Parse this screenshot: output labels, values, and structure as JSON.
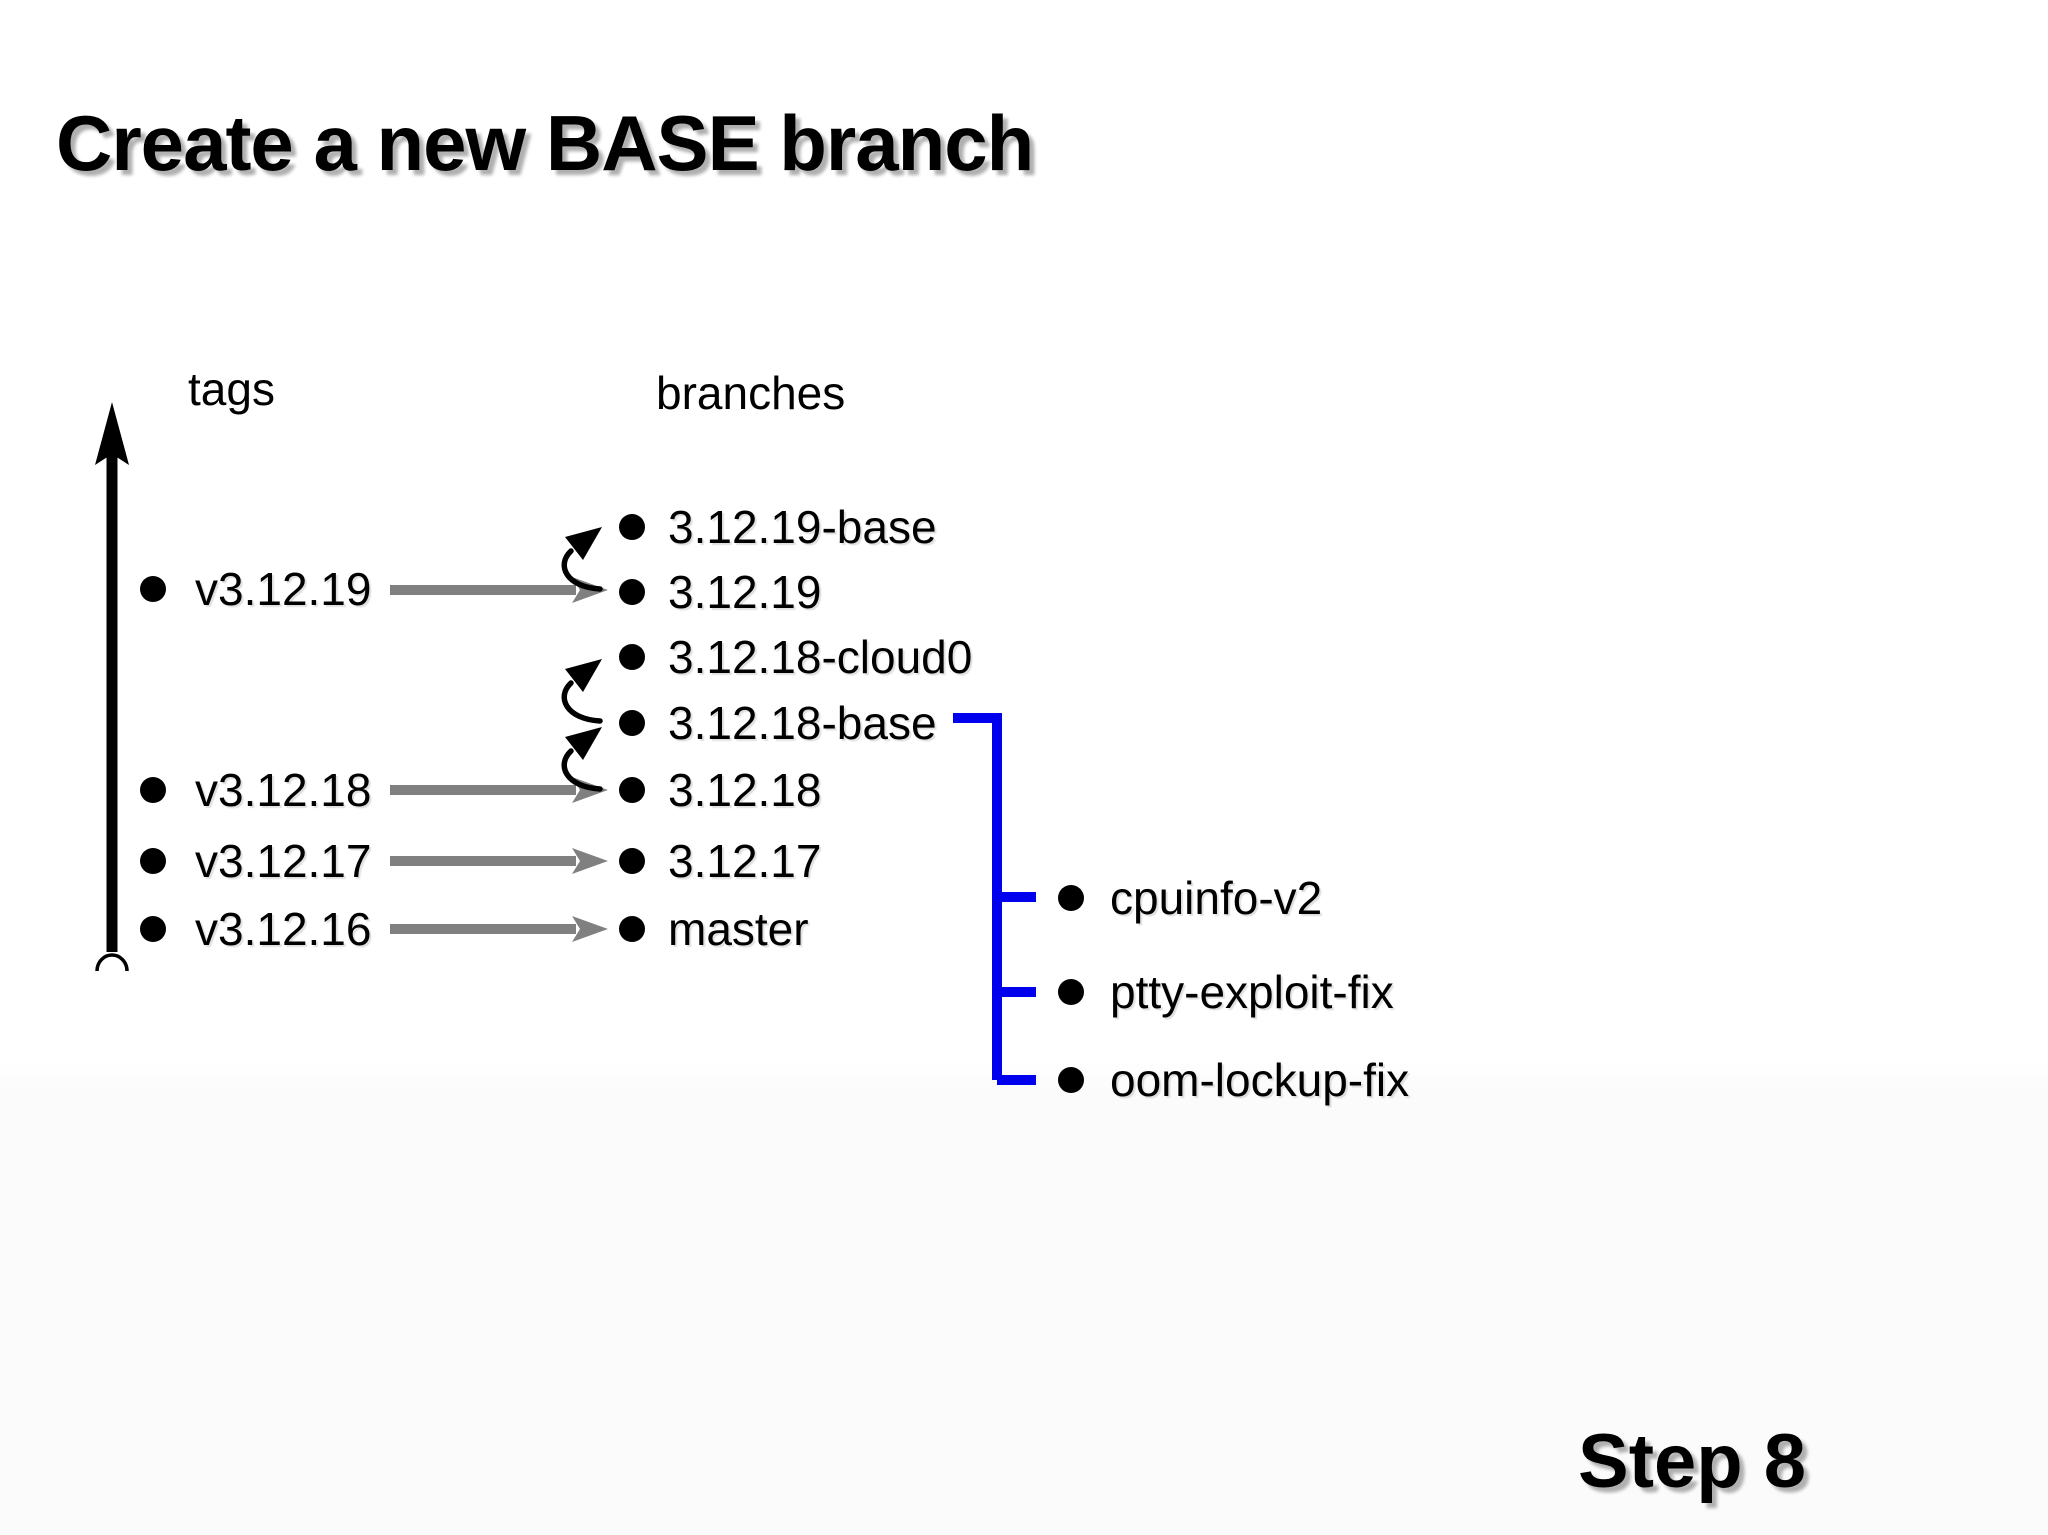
{
  "title": "Create a new BASE branch",
  "step_label": "Step 8",
  "columns": {
    "tags_label": "tags",
    "branches_label": "branches"
  },
  "tags": [
    "v3.12.19",
    "v3.12.18",
    "v3.12.17",
    "v3.12.16"
  ],
  "branches": [
    "3.12.19-base",
    "3.12.19",
    "3.12.18-cloud0",
    "3.12.18-base",
    "3.12.18",
    "3.12.17",
    "master"
  ],
  "fix_branches": [
    "cpuinfo-v2",
    "ptty-exploit-fix",
    "oom-lockup-fix"
  ],
  "colors": {
    "ink": "#000000",
    "arrow_gray": "#808080",
    "bracket_blue": "#0000ee",
    "shadow_gray": "#b0b0b0",
    "bg_top": "#ffffff",
    "bg_bottom": "#fbfbfb"
  }
}
